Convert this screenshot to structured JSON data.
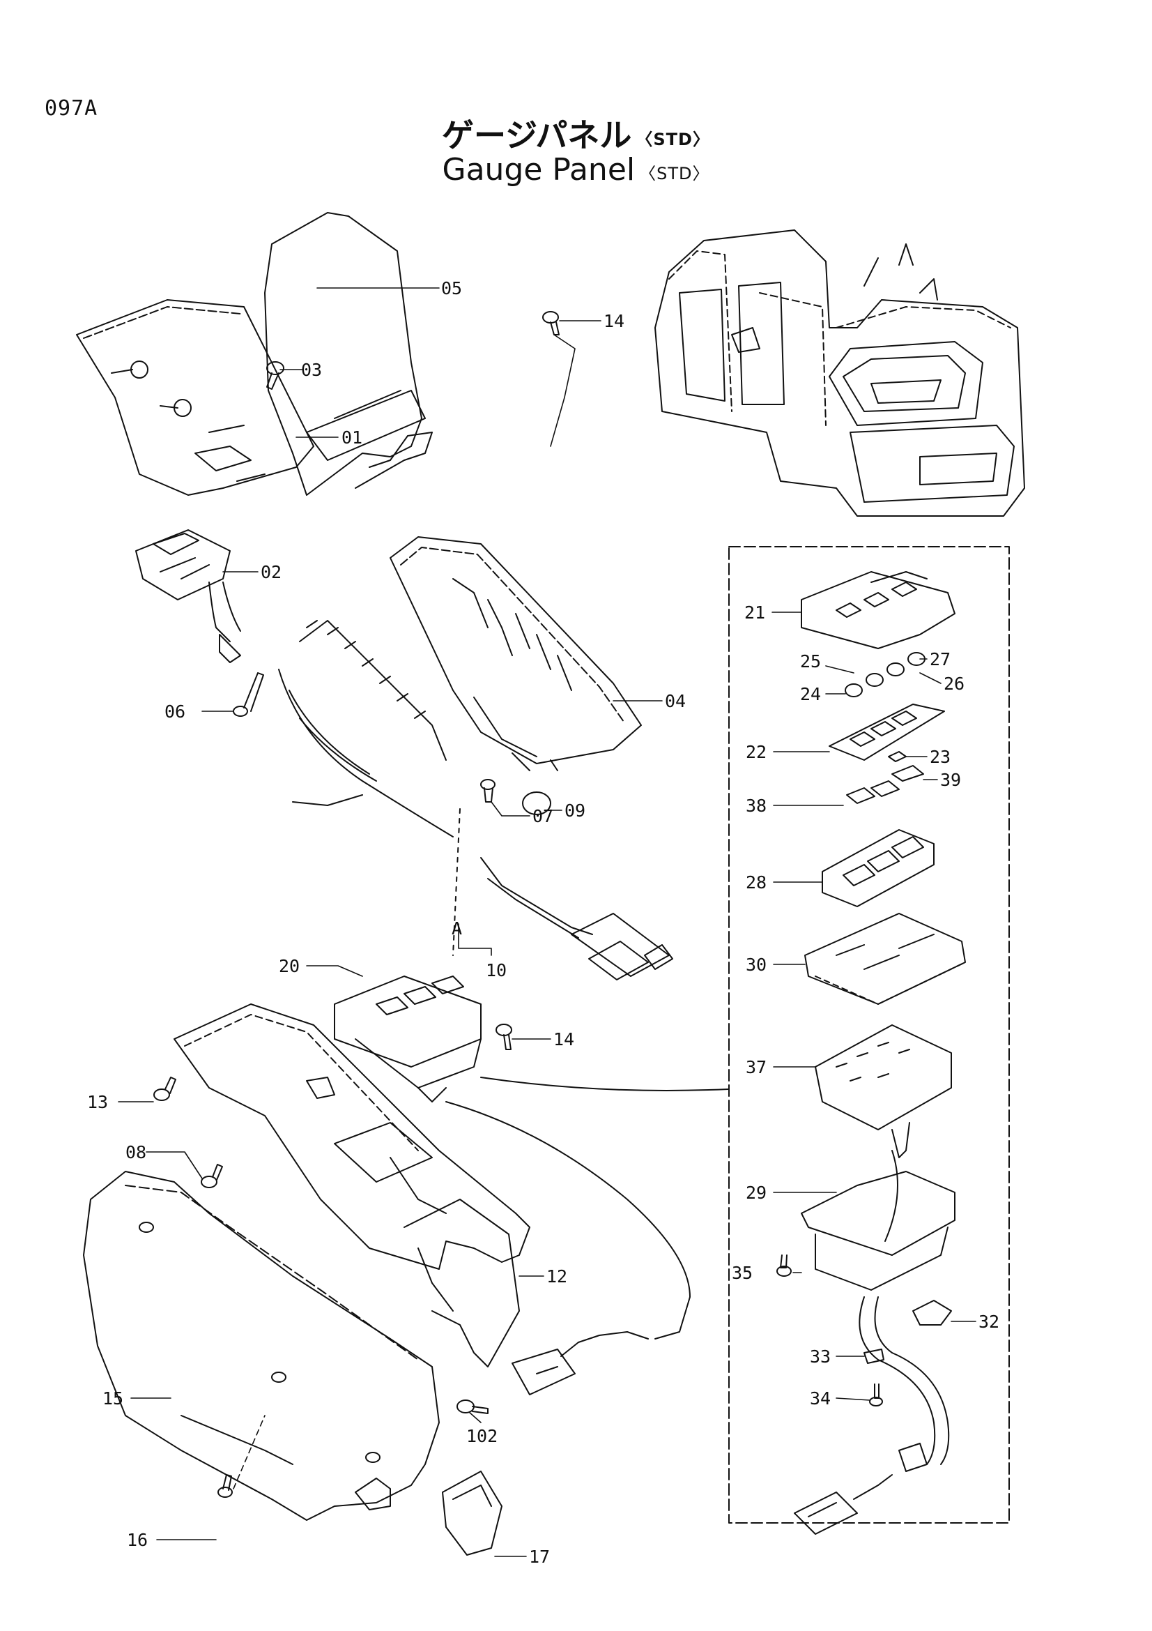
{
  "page_code": "097A",
  "title_jp": "ゲージパネル",
  "title_en": "Gauge Panel",
  "title_suffix": "〈STD〉",
  "callouts": {
    "c01": "01",
    "c02": "02",
    "c03": "03",
    "c04": "04",
    "c05": "05",
    "c06": "06",
    "c07": "07",
    "c08": "08",
    "c09": "09",
    "c10": "10",
    "c12": "12",
    "c13": "13",
    "c14a": "14",
    "c14b": "14",
    "c15": "15",
    "c16": "16",
    "c17": "17",
    "c20": "20",
    "c21": "21",
    "c22": "22",
    "c23": "23",
    "c24": "24",
    "c25": "25",
    "c26": "26",
    "c27": "27",
    "c28": "28",
    "c29": "29",
    "c30": "30",
    "c32": "32",
    "c33": "33",
    "c34": "34",
    "c35": "35",
    "c37": "37",
    "c38": "38",
    "c39": "39",
    "c102": "102",
    "cA": "A"
  }
}
